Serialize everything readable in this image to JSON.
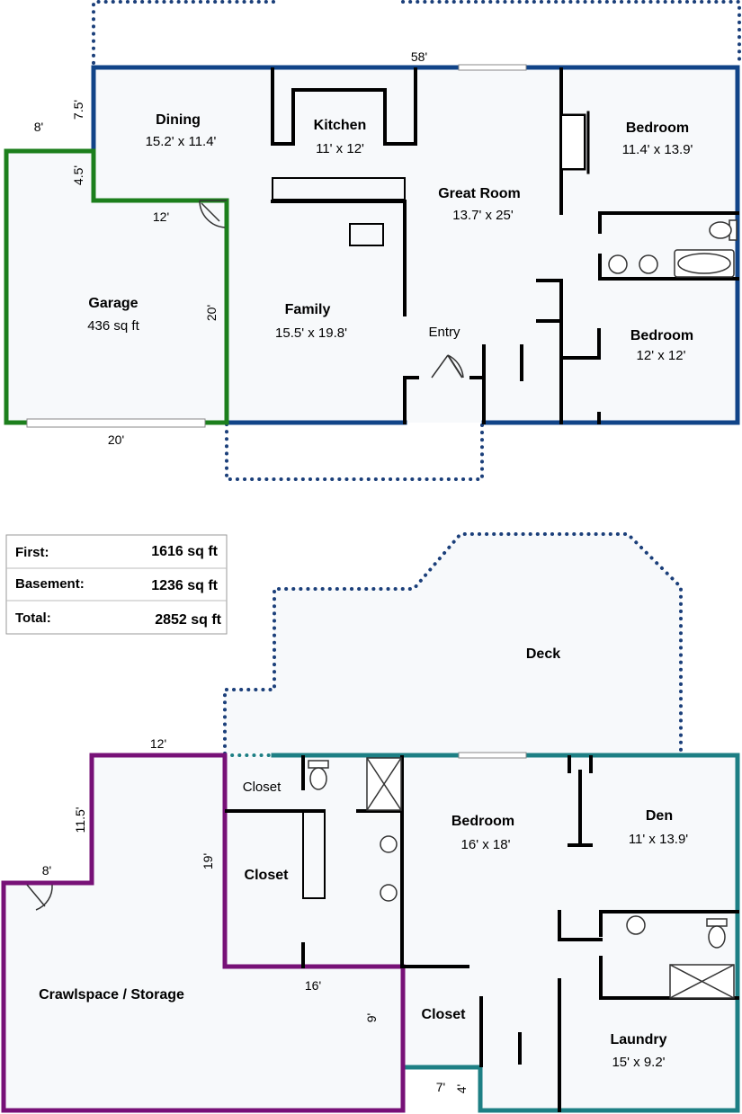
{
  "colors": {
    "first_floor_wall": "#114488",
    "garage_wall": "#1c7f1c",
    "basement_wall": "#1d7f84",
    "crawlspace_wall": "#771177",
    "interior_wall": "#000000",
    "room_fill": "#f7f9fb",
    "dotted_outline": "#1b3f7a"
  },
  "first_floor": {
    "dims": {
      "top_width": "58'",
      "dining_step": "7.5'",
      "garage_offset": "8'",
      "garage_step": "4.5'",
      "garage_depth_top": "12'",
      "garage_side": "20'",
      "garage_bottom": "20'"
    },
    "rooms": {
      "dining": {
        "name": "Dining",
        "size": "15.2' x 11.4'"
      },
      "kitchen": {
        "name": "Kitchen",
        "size": "11' x 12'"
      },
      "bedroom1": {
        "name": "Bedroom",
        "size": "11.4' x 13.9'"
      },
      "great_room": {
        "name": "Great Room",
        "size": "13.7' x 25'"
      },
      "garage": {
        "name": "Garage",
        "size": "436 sq ft"
      },
      "family": {
        "name": "Family",
        "size": "15.5' x 19.8'"
      },
      "entry": {
        "name": "Entry"
      },
      "bedroom2": {
        "name": "Bedroom",
        "size": "12' x 12'"
      }
    }
  },
  "area_summary": [
    {
      "label": "First:",
      "value": "1616 sq ft"
    },
    {
      "label": "Basement:",
      "value": "1236 sq ft"
    },
    {
      "label": "Total:",
      "value": "2852 sq ft"
    }
  ],
  "basement": {
    "dims": {
      "crawl_top": "12'",
      "crawl_step": "11.5'",
      "crawl_offset": "8'",
      "crawl_side": "19'",
      "crawl_inner": "16'",
      "crawl_depth": "9'",
      "closet_width": "7'",
      "closet_step": "4'"
    },
    "rooms": {
      "deck": {
        "name": "Deck"
      },
      "closet_small": {
        "name": "Closet"
      },
      "closet_walkin": {
        "name": "Closet"
      },
      "bedroom": {
        "name": "Bedroom",
        "size": "16' x 18'"
      },
      "den": {
        "name": "Den",
        "size": "11' x 13.9'"
      },
      "crawlspace": {
        "name": "Crawlspace / Storage"
      },
      "closet_lower": {
        "name": "Closet"
      },
      "laundry": {
        "name": "Laundry",
        "size": "15' x 9.2'"
      }
    }
  }
}
